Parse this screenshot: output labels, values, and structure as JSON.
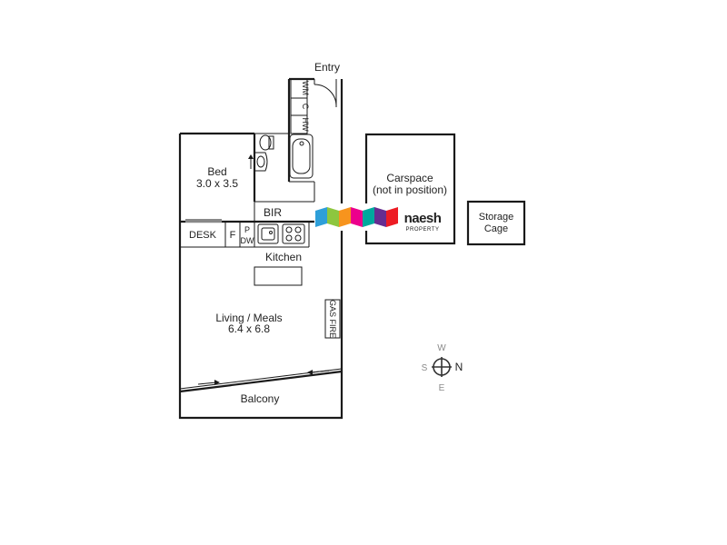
{
  "labels": {
    "entry": "Entry",
    "wm": "WM",
    "c": "C",
    "hw": "HW",
    "bed_name": "Bed",
    "bed_size": "3.0 x 3.5",
    "bir": "BIR",
    "desk": "DESK",
    "f": "F",
    "p": "P",
    "dw": "DW",
    "kitchen": "Kitchen",
    "living_name": "Living / Meals",
    "living_size": "6.4 x 6.8",
    "gas_fire": "GAS FIRE",
    "balcony": "Balcony",
    "carspace_line1": "Carspace",
    "carspace_line2": "(not in position)",
    "storage_line1": "Storage",
    "storage_line2": "Cage"
  },
  "logo": {
    "brand": "naesh",
    "sub": "PROPERTY",
    "colors": [
      "#2e9fd9",
      "#8dc63f",
      "#f7941d",
      "#ec008c",
      "#00a99d",
      "#662d91",
      "#ed1c24"
    ]
  },
  "compass": {
    "w": "W",
    "s": "S",
    "n": "N",
    "e": "E"
  }
}
